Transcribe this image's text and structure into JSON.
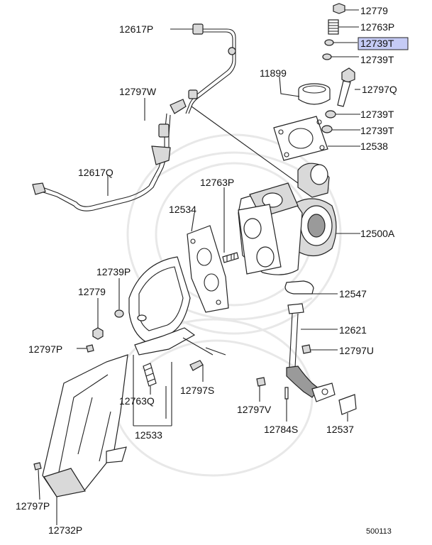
{
  "diagram": {
    "highlight_color": "#c5cbf5",
    "labels": {
      "p12779_top": "12779",
      "p12763p_top": "12763P",
      "p12739t_hl": "12739T",
      "p12739t_2": "12739T",
      "p11899": "11899",
      "p12797q": "12797Q",
      "p12739t_3": "12739T",
      "p12739t_4": "12739T",
      "p12538": "12538",
      "p12617p": "12617P",
      "p12797w": "12797W",
      "p12617q": "12617Q",
      "p12763p_mid": "12763P",
      "p12534": "12534",
      "p12500a": "12500A",
      "p12739p": "12739P",
      "p12779_mid": "12779",
      "p12547": "12547",
      "p12621": "12621",
      "p12797p_mid": "12797P",
      "p12797u": "12797U",
      "p12797s": "12797S",
      "p12763q": "12763Q",
      "p12797v": "12797V",
      "p12784s": "12784S",
      "p12537": "12537",
      "p12533": "12533",
      "p12797p_bot": "12797P",
      "p12732p": "12732P",
      "figure_code": "500113"
    }
  }
}
